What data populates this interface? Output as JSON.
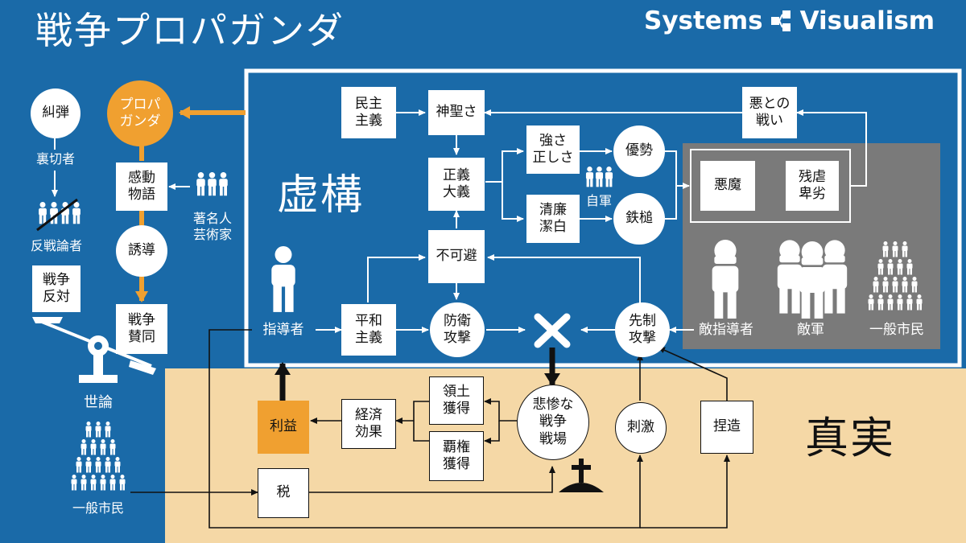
{
  "title": "戦争プロパガンダ",
  "brand": "Systems Visualism",
  "brand_words": {
    "left": "Systems",
    "right": "Visualism"
  },
  "regions": {
    "fiction": "虚構",
    "truth": "真実"
  },
  "colors": {
    "blue": "#1a6aa8",
    "sand": "#f5d8a6",
    "gray": "#7a7a7a",
    "orange": "#f0a030",
    "white": "#ffffff"
  },
  "left": {
    "propaganda": "プロパ\nガンダ",
    "denounce": "糾弾",
    "traitor": "裏切者",
    "antiwar_people": "反戦論者",
    "moving_story": "感動\n物語",
    "celebrities": "著名人\n芸術家",
    "guidance": "誘導",
    "oppose_war": "戦争\n反対",
    "support_war": "戦争\n賛同",
    "public_opinion": "世論",
    "citizens": "一般市民"
  },
  "fiction": {
    "democracy": "民主\n主義",
    "sacred": "神聖さ",
    "justice": "正義\n大義",
    "strength": "強さ\n正しさ",
    "integrity": "清廉\n潔白",
    "superiority": "優勢",
    "hammer": "鉄槌",
    "own_army": "自軍",
    "vs_evil": "悪との\n戦い",
    "devil": "悪魔",
    "cruel": "残虐\n卑劣",
    "inevitable": "不可避",
    "defense": "防衛\n攻撃",
    "pacifism": "平和\n主義",
    "leader": "指導者",
    "preemptive": "先制\n攻撃",
    "enemy_leader": "敵指導者",
    "enemy_army": "敵軍",
    "enemy_citizens": "一般市民"
  },
  "truth": {
    "profit": "利益",
    "economic": "経済\n効果",
    "territory": "領土\n獲得",
    "hegemony": "覇権\n獲得",
    "battlefield": "悲惨な\n戦争\n戦場",
    "stimulus": "刺激",
    "fabrication": "捏造",
    "tax": "税"
  }
}
